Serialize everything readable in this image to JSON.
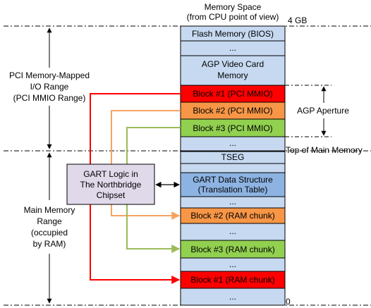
{
  "header": {
    "line1": "Memory Space",
    "line2": "(from CPU point of view)"
  },
  "markers": {
    "top": "4 GB",
    "bottom": "0",
    "top_of_main": "Top of Main Memory"
  },
  "blocks": {
    "flash": "Flash Memory (BIOS)",
    "dots1": "...",
    "agp_line1": "AGP Video Card",
    "agp_line2": "Memory",
    "mmio1": "Block #1 (PCI MMIO)",
    "mmio2": "Block #2 (PCI MMIO)",
    "mmio3": "Block #3 (PCI MMIO)",
    "dots2": "...",
    "tseg": "TSEG",
    "gart_line1": "GART Data Structure",
    "gart_line2": "(Translation Table)",
    "dots3": "...",
    "ram2": "Block #2 (RAM chunk)",
    "dots4": "...",
    "ram3": "Block #3 (RAM chunk)",
    "dots5": "...",
    "ram1": "Block #1 (RAM chunk)",
    "dots6": "..."
  },
  "left_labels": {
    "pci": [
      "PCI Memory-Mapped",
      "I/O Range",
      "(PCI MMIO Range)"
    ],
    "main": [
      "Main Memory",
      "Range",
      "(occupied",
      "by RAM)"
    ]
  },
  "gart_logic": [
    "GART Logic in",
    "The Northbridge",
    "Chipset"
  ],
  "aperture": "AGP Aperture",
  "colors": {
    "block_blue": "#c6d9f1",
    "red": "#ff0000",
    "orange": "#f79646",
    "green": "#92d050",
    "gart_blue": "#8db3e2",
    "logic_fill": "#e0d9ea",
    "orange_line": "#f7a463",
    "green_line": "#9bbb59"
  }
}
